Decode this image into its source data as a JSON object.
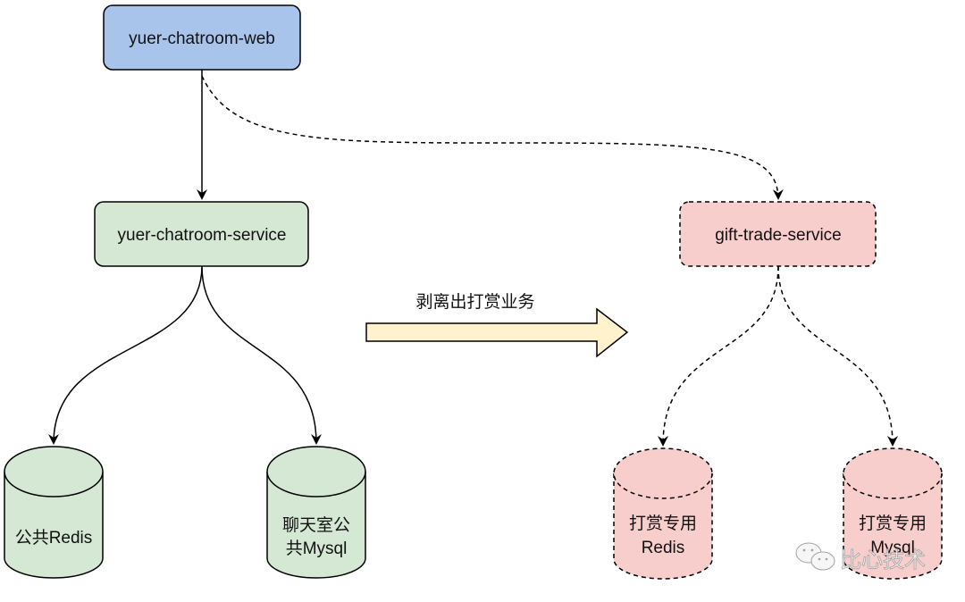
{
  "nodes": {
    "web": {
      "label": "yuer-chatroom-web",
      "fill": "#a9c4eb",
      "style": "solid"
    },
    "chatroom_service": {
      "label": "yuer-chatroom-service",
      "fill": "#d5e8d4",
      "style": "solid"
    },
    "gift_service": {
      "label": "gift-trade-service",
      "fill": "#f8cecc",
      "style": "dashed"
    },
    "public_redis": {
      "label": "公共Redis",
      "fill": "#d5e8d4",
      "style": "solid"
    },
    "public_mysql": {
      "label_line1": "聊天室公",
      "label_line2": "共Mysql",
      "fill": "#d5e8d4",
      "style": "solid"
    },
    "gift_redis": {
      "label_line1": "打赏专用",
      "label_line2": "Redis",
      "fill": "#f8cecc",
      "style": "dashed"
    },
    "gift_mysql": {
      "label_line1": "打赏专用",
      "label_line2": "Mysql",
      "fill": "#f8cecc",
      "style": "dashed"
    }
  },
  "transition_arrow": {
    "label": "剥离出打赏业务",
    "fill": "#fff2cc"
  },
  "watermark": {
    "text": "比心技术",
    "icon": "wechat-icon"
  }
}
